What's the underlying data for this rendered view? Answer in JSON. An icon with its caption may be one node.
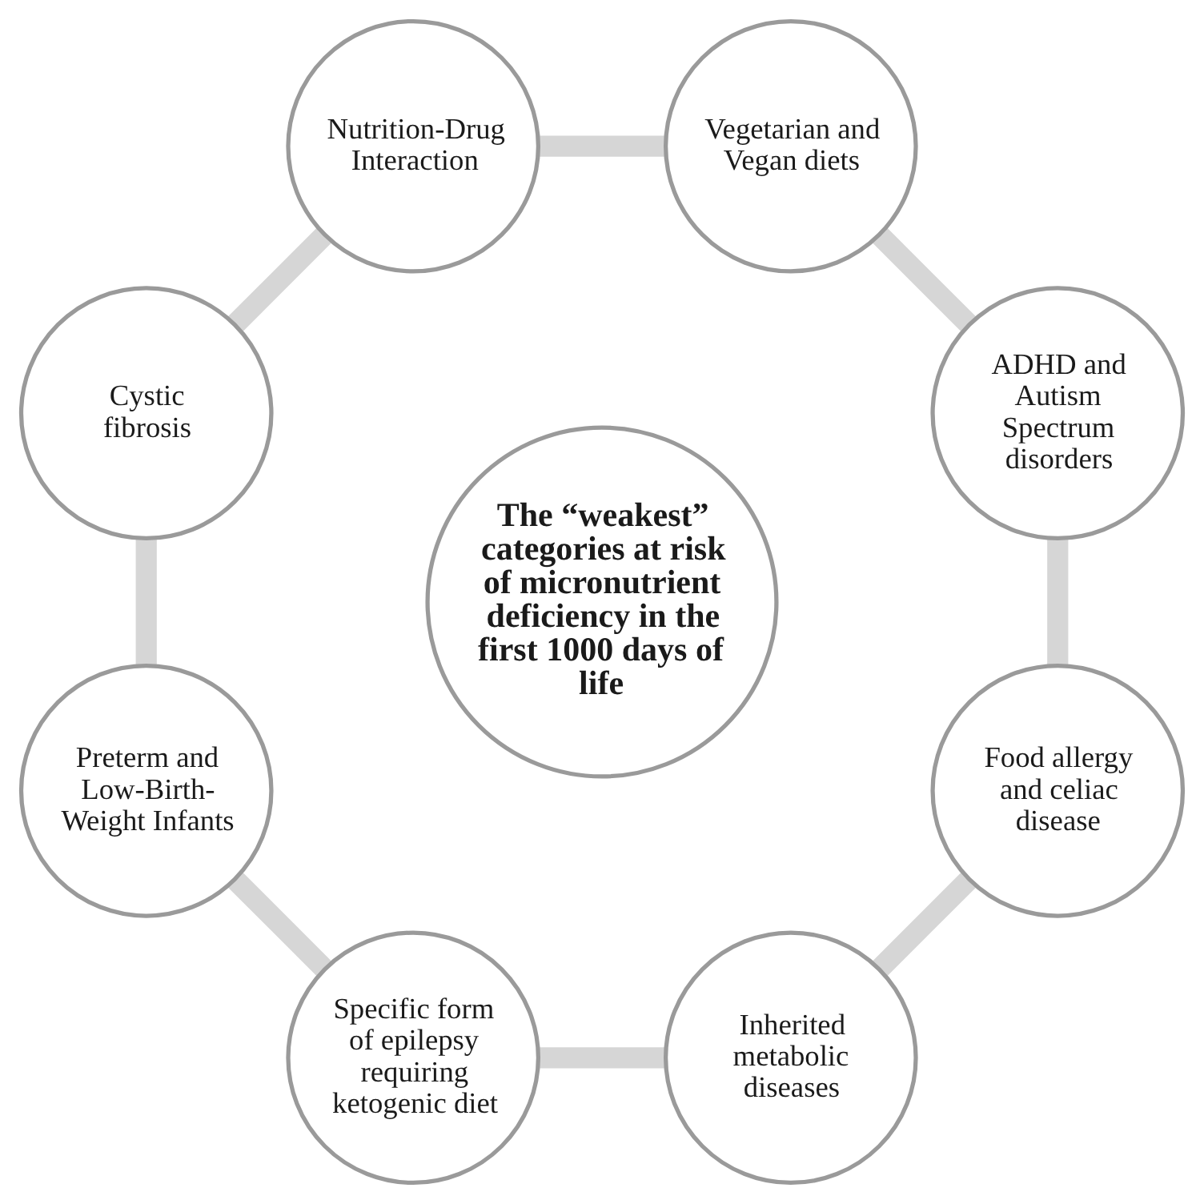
{
  "diagram": {
    "nodes": [
      {
        "text": [
          "The “weakest” categories at risk of micronutrient deficiency in the first 1000 days of life"
        ]
      },
      {
        "text": [
          "Vegetarian and Vegan diets"
        ]
      },
      {
        "text": [
          "ADHD and Autism Spectrum disorders"
        ]
      },
      {
        "text": [
          "Food allergy and celiac disease"
        ]
      },
      {
        "text": [
          "Inherited metabolic diseases"
        ]
      },
      {
        "text": [
          "Specific form of epilepsy requiring ketogenic diet"
        ]
      },
      {
        "text": [
          "Preterm and Low-Birth-Weight Infants"
        ]
      },
      {
        "text": [
          "Cystic fibrosis"
        ]
      },
      {
        "text": [
          "Nutrition-Drug Interaction"
        ]
      }
    ],
    "edges": [
      {
        "from": 1,
        "to": 2,
        "arrow": "none"
      },
      {
        "from": 2,
        "to": 3,
        "arrow": "none"
      },
      {
        "from": 3,
        "to": 4,
        "arrow": "none"
      },
      {
        "from": 4,
        "to": 5,
        "arrow": "none"
      },
      {
        "from": 5,
        "to": 6,
        "arrow": "none"
      },
      {
        "from": 6,
        "to": 7,
        "arrow": "none"
      },
      {
        "from": 7,
        "to": 8,
        "arrow": "none"
      },
      {
        "from": 8,
        "to": 1,
        "arrow": "none"
      }
    ]
  }
}
